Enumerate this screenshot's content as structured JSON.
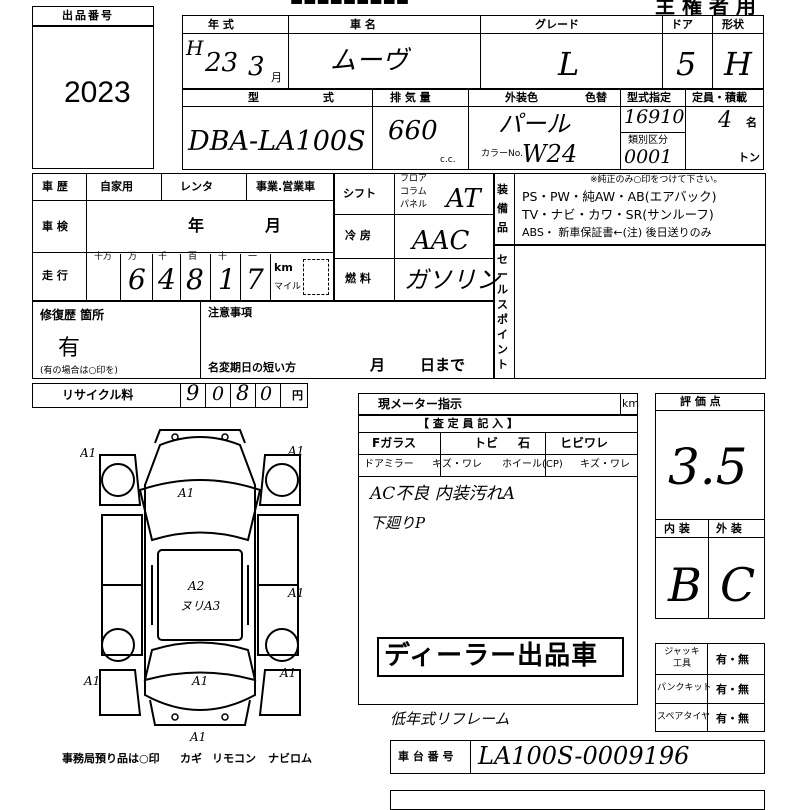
{
  "lot": {
    "label": "出品番号",
    "number": "2023"
  },
  "header": {
    "title_right": "主 権 者 用"
  },
  "vehicle": {
    "col_year": "年 式",
    "col_name": "車 名",
    "col_grade": "グレード",
    "col_door": "ドア",
    "col_shape": "形状",
    "era": "H",
    "year": "23",
    "month": "3",
    "month_unit": "月",
    "name": "ムーヴ",
    "grade": "L",
    "doors": "5",
    "shape": "H",
    "col_model": "型 式",
    "col_disp": "排 気 量",
    "col_color": "外装色",
    "col_color_change": "色替",
    "col_type_code": "型式指定",
    "col_capacity": "定員・積載",
    "model": "DBA-LA100S",
    "displacement": "660",
    "cc_unit": "c.c.",
    "color": "パール",
    "color_no_label": "カラーNo.",
    "color_no": "W24",
    "type_code": "16910",
    "class_label": "類別区分",
    "class_code": "0001",
    "capacity": "4",
    "capacity_unit": "名",
    "ton_unit": "トン"
  },
  "history": {
    "label": "車 歴",
    "opt1": "自家用",
    "opt2": "レンタ",
    "opt3": "事業.営業車",
    "inspection_label": "車 検",
    "insp_year": "年",
    "insp_month": "月",
    "mileage_label": "走 行",
    "digit_labels": [
      "十万",
      "万",
      "千",
      "百",
      "十",
      "一"
    ],
    "mileage_digits": [
      "",
      "6",
      "4",
      "8",
      "1",
      "7"
    ],
    "km": "km",
    "mile": "マイル"
  },
  "specs": {
    "shift_label": "シフト",
    "floor": "フロア",
    "column": "コラム",
    "panel": "パネル",
    "shift": "AT",
    "ac_label": "冷 房",
    "ac": "AAC",
    "fuel_label": "燃 料",
    "fuel": "ガソリン"
  },
  "equipment": {
    "label": "装備品",
    "line1": "PS・PW・純AW・AB(エアバック)",
    "line2": "TV・ナビ・カワ・SR(サンルーフ)",
    "line3": "ABS・ 新車保証書←(注) 後日送りのみ",
    "note": "※純正のみ○印をつけて下さい。"
  },
  "sale_point": {
    "label": "セールスポイント"
  },
  "repair": {
    "label": "修復歴 箇所",
    "value": "有",
    "note": "(有の場合は○印を)"
  },
  "notes": {
    "label": "注意事項",
    "name_change": "名変期日の短い方",
    "month": "月",
    "day": "日まで"
  },
  "recycle": {
    "label": "リサイクル料",
    "digits": [
      "9",
      "0",
      "8",
      "0"
    ],
    "unit": "円"
  },
  "meter": {
    "label": "現メーター指示",
    "unit": "km"
  },
  "inspector": {
    "label": "【 査 定 員 記 入 】",
    "fglass": "Fガラス",
    "tobi": "トビ",
    "ishi": "石",
    "hibiware": "ヒビワレ",
    "mirror": "ドアミラー",
    "kizu_ware1": "キズ・ワレ",
    "wheel": "ホイール(CP)",
    "kizu_ware2": "キズ・ワレ",
    "comment1": "AC不良  内装汚れA",
    "comment2": "下廻りP",
    "stamp": "ディーラー出品車",
    "frame_note": "低年式リフレーム"
  },
  "rating": {
    "label": "評 価 点",
    "score": "3.5",
    "interior_label": "内 装",
    "exterior_label": "外 装",
    "interior": "B",
    "exterior": "C"
  },
  "tools": {
    "jack": "ジャッキ工具",
    "puncture": "パンクキット",
    "spare": "スペアタイヤ",
    "yn": "有・無"
  },
  "diagram": {
    "marks": [
      "A1",
      "A1",
      "A1",
      "A1",
      "A1",
      "A1",
      "A1",
      "A1",
      "A1",
      "A2",
      "ヌリA3",
      "A1"
    ]
  },
  "footer": {
    "office": "事務局預り品は○印",
    "key": "カギ",
    "remote": "リモコン",
    "navi": "ナビロム"
  },
  "chassis": {
    "label": "車 台 番 号",
    "value": "LA100S-0009196"
  }
}
